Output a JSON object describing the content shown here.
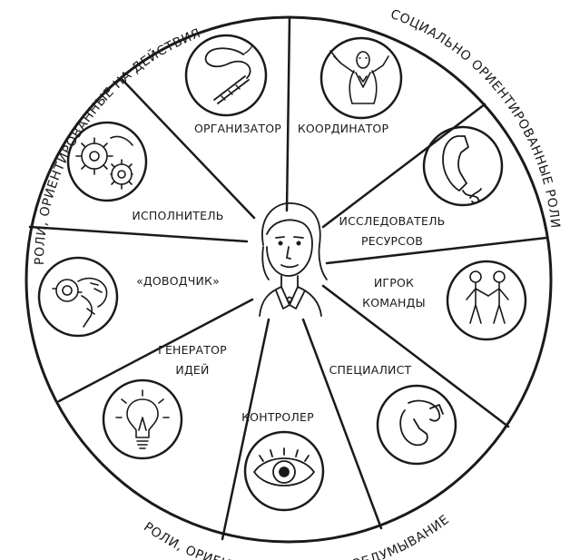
{
  "arc_labels": {
    "action": "РОЛИ, ОРИЕНТИРОВАННЫЕ НА ДЕЙСТВИЯ",
    "social": "СОЦИАЛЬНО ОРИЕНТИРОВАННЫЕ РОЛИ",
    "thinking": "РОЛИ, ОРИЕНТИРОВАННЫЕ НА ОБДУМЫВАНИЕ"
  },
  "roles": {
    "organizer": "ОРГАНИЗАТОР",
    "coordinator": "КООРДИНАТОР",
    "executor": "ИСПОЛНИТЕЛЬ",
    "researcher_l1": "ИССЛЕДОВАТЕЛЬ",
    "researcher_l2": "РЕСУРСОВ",
    "finisher": "«ДОВОДЧИК»",
    "teamplayer_l1": "ИГРОК",
    "teamplayer_l2": "КОМАНДЫ",
    "ideas_l1": "ГЕНЕРАТОР",
    "ideas_l2": "ИДЕЙ",
    "specialist": "СПЕЦИАЛИСТ",
    "controller": "КОНТРОЛЕР"
  },
  "icons": {
    "organizer": "whip-icon",
    "coordinator": "conductor-icon",
    "executor": "gears-icon",
    "researcher": "telephone-icon",
    "finisher": "hand-holding-nut-icon",
    "teamplayer": "people-holding-hands-icon",
    "ideas": "lightbulb-icon",
    "specialist": "tool-icon",
    "controller": "eye-icon",
    "center": "woman-portrait-icon"
  }
}
